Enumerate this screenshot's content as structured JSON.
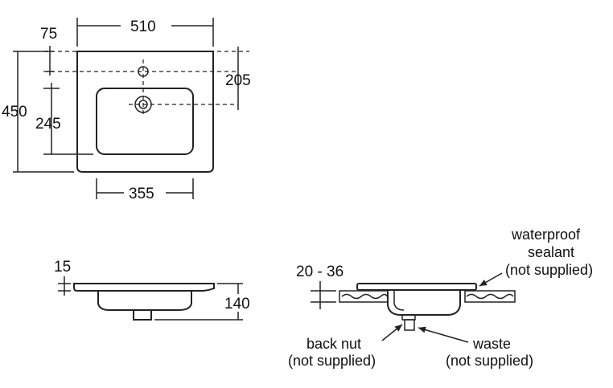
{
  "top_view": {
    "width": "510",
    "depth": "450",
    "tap_offset": "75",
    "tap_to_waste": "205",
    "basin_depth": "245",
    "basin_width": "355"
  },
  "side_view": {
    "rim_thickness": "15",
    "height": "140"
  },
  "installed_view": {
    "worktop_thickness": "20 - 36",
    "sealant_line1": "waterproof",
    "sealant_line2": "sealant",
    "sealant_line3": "(not supplied)",
    "back_nut_line1": "back nut",
    "back_nut_line2": "(not supplied)",
    "waste_line1": "waste",
    "waste_line2": "(not supplied)"
  }
}
